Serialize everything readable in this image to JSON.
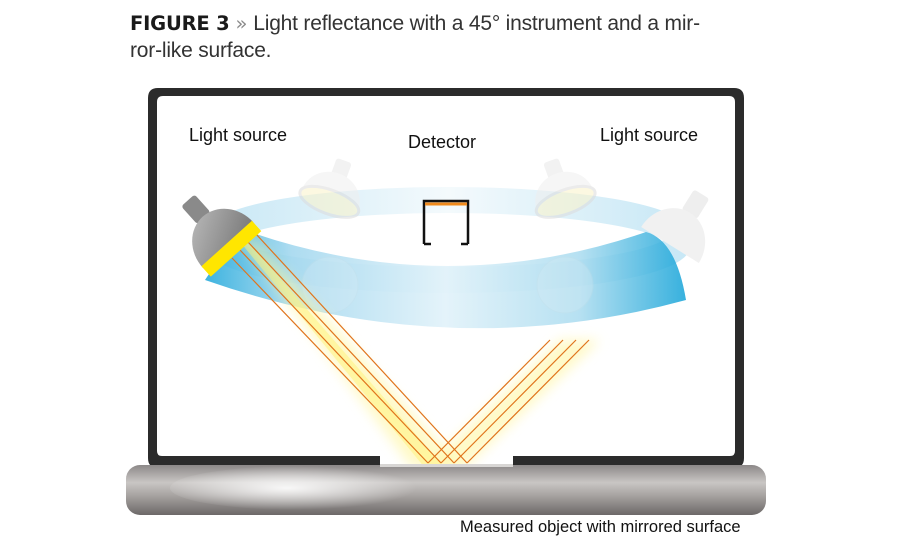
{
  "caption": {
    "figure_label": "FIGURE 3",
    "separator": "»",
    "text": "Light reflectance with a 45° instrument and a mir-ror-like surface.",
    "line1": "Light reflectance with a 45° instrument and a mir-",
    "line2": "ror-like surface."
  },
  "diagram": {
    "labels": {
      "light_source_left": "Light source",
      "detector": "Detector",
      "light_source_right": "Light source",
      "measured_object": "Measured object with mirrored surface"
    },
    "colors": {
      "frame": "#2b2b2b",
      "ring_blue": "#1aa7d8",
      "ring_light": "#cfeaf6",
      "beam_yellow": "#fff176",
      "ray_orange": "#e0741c",
      "detector_sensor": "#f08a1c",
      "metal_dark": "#6e6a6a",
      "metal_light": "#f4f2f0"
    },
    "icons": [
      "lamp-active-icon",
      "lamp-ghost-icon",
      "detector-icon",
      "light-ray-icon",
      "mirrored-surface-icon"
    ]
  }
}
